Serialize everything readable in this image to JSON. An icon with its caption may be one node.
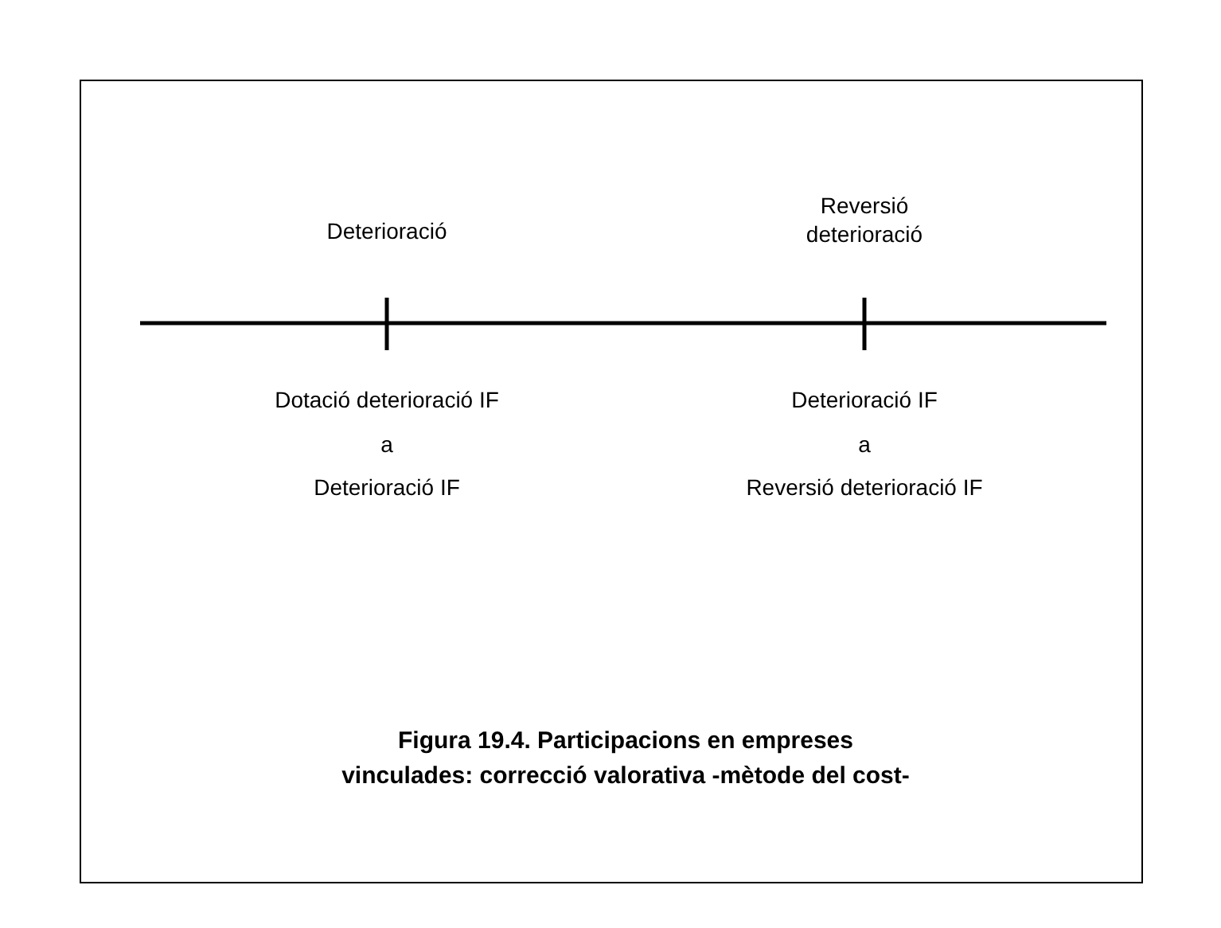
{
  "diagram": {
    "caption": "Figura 19.4. Participacions en empreses vinculades: correcció valorativa -mètode del cost-",
    "labels": [
      "Deterioració",
      "Reversió deterioració",
      "Dotació deterioració IF",
      "a",
      "Deterioració IF",
      "Deterioració IF",
      "a",
      "Reversió deterioració IF"
    ]
  }
}
